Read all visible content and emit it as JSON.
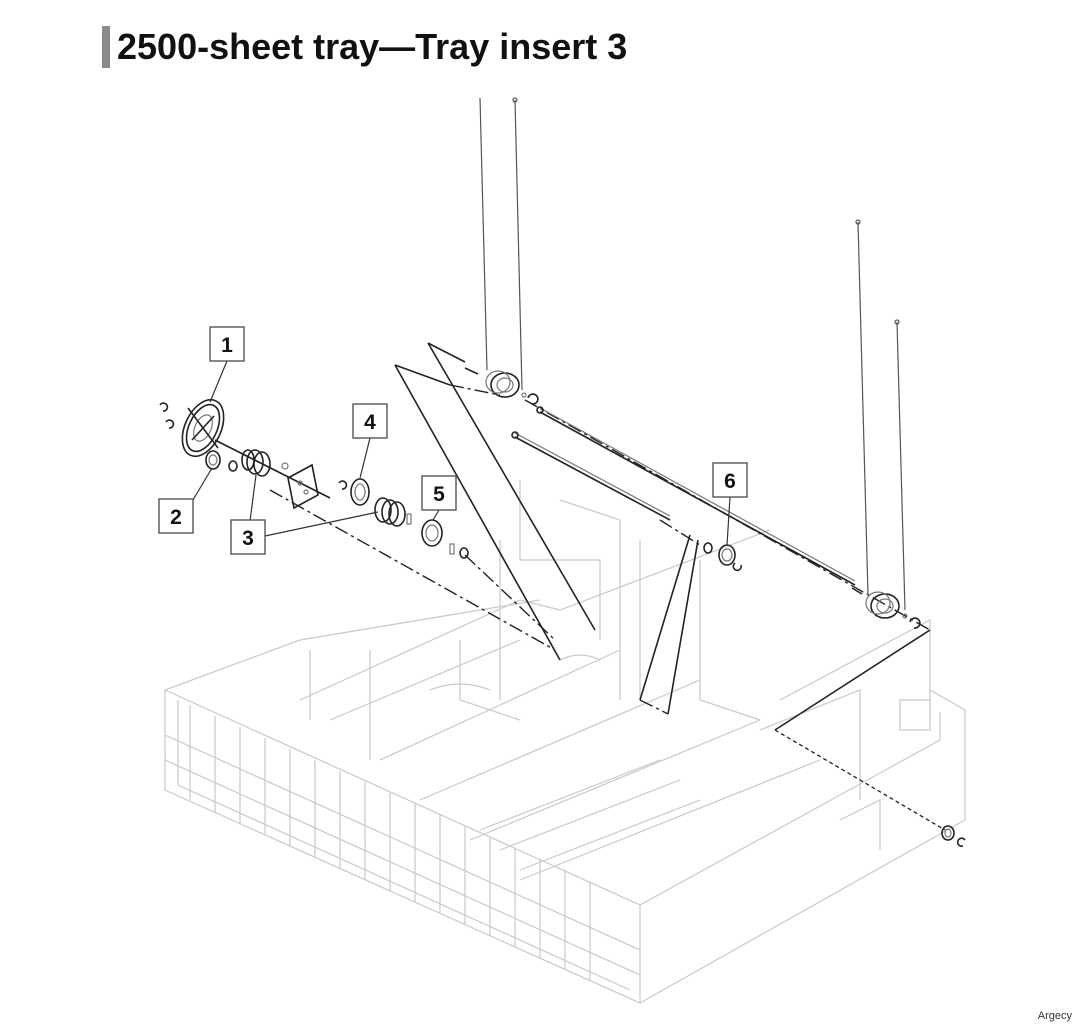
{
  "header": {
    "title": "2500-sheet tray—Tray insert 3"
  },
  "callouts": [
    {
      "id": "callout-1",
      "label": "1"
    },
    {
      "id": "callout-2",
      "label": "2"
    },
    {
      "id": "callout-3",
      "label": "3"
    },
    {
      "id": "callout-4",
      "label": "4"
    },
    {
      "id": "callout-5",
      "label": "5"
    },
    {
      "id": "callout-6",
      "label": "6"
    }
  ],
  "footer": {
    "watermark": "Argecy"
  },
  "colors": {
    "title_bar": "#8a8a8a",
    "part_stroke": "#222222",
    "tray_stroke": "#c9c9c9"
  }
}
